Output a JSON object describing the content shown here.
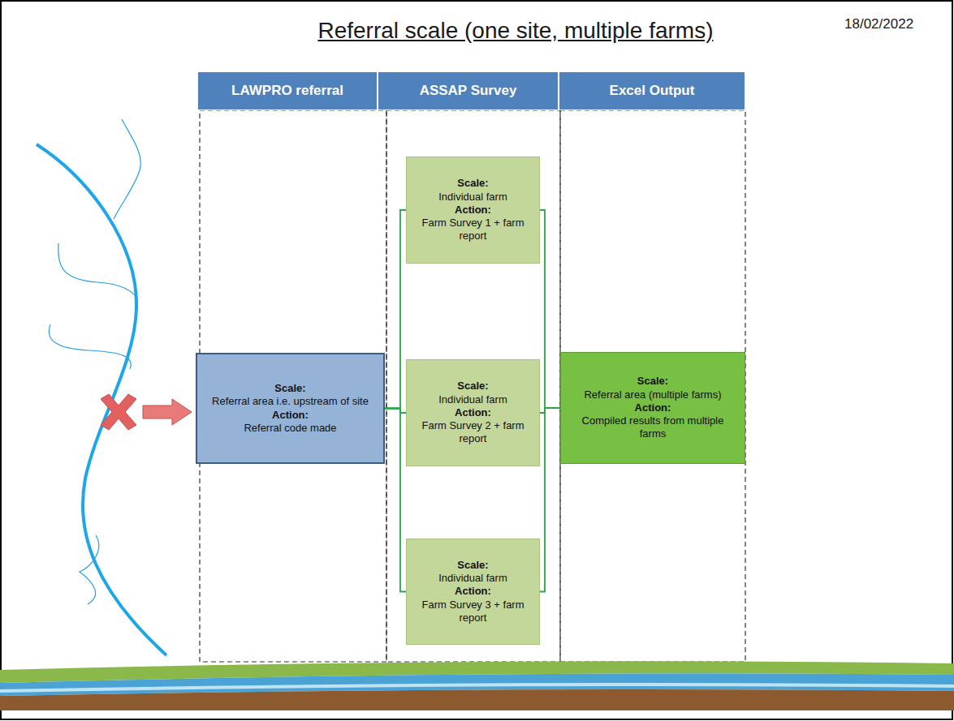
{
  "diagram": {
    "title": "Referral scale (one site, multiple farms)",
    "nodes": [
      {
        "text": [
          "LAWPRO referral"
        ]
      },
      {
        "text": [
          "ASSAP Survey"
        ]
      },
      {
        "text": [
          "Excel Output"
        ]
      },
      {
        "text": [
          "Scale:",
          "Referral area i.e. upstream of site",
          "Action:",
          "Referral code made"
        ]
      },
      {
        "text": [
          "Scale:",
          "Individual farm",
          "Action:",
          "Farm Survey 1 + farm report"
        ]
      },
      {
        "text": [
          "Scale:",
          "Individual farm",
          "Action:",
          "Farm Survey 2 + farm report"
        ]
      },
      {
        "text": [
          "Scale:",
          "Individual farm",
          "Action:",
          "Farm Survey 3 + farm report"
        ]
      },
      {
        "text": [
          "Scale:",
          "Referral area (multiple farms)",
          "Action:",
          "Compiled results from multiple farms"
        ]
      }
    ],
    "edges": [
      {
        "from": 3,
        "to": 4,
        "arrow": "none"
      },
      {
        "from": 3,
        "to": 6,
        "arrow": "none"
      },
      {
        "from": 3,
        "to": 5,
        "arrow": "none"
      },
      {
        "from": 4,
        "to": 7,
        "arrow": "none"
      },
      {
        "from": 6,
        "to": 7,
        "arrow": "none"
      },
      {
        "from": 5,
        "to": 7,
        "arrow": "none"
      }
    ],
    "labels": [
      "18/02/2022"
    ]
  }
}
